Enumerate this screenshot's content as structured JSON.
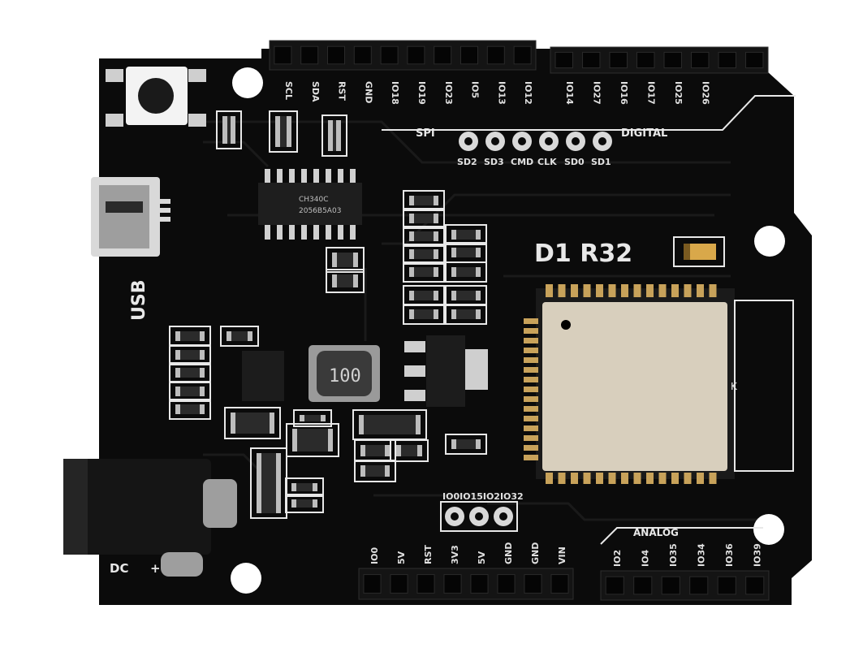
{
  "board": {
    "model_label": "D1  R32",
    "usb_label": "USB",
    "dc_label": "DC",
    "polarity_label": "+",
    "spi_label": "SPI",
    "digital_label": "DIGITAL",
    "analog_label": "ANALOG",
    "ch340_label": "CH340C",
    "ch340_code": "2056B5A03",
    "inductor_label": "100",
    "module_mark": "K",
    "top_left_pins": [
      "SCL",
      "SDA",
      "RST",
      "GND",
      "IO18",
      "IO19",
      "IO23",
      "IO5",
      "IO13",
      "IO12"
    ],
    "top_right_pins": [
      "IO14",
      "IO27",
      "IO16",
      "IO17",
      "IO25",
      "IO26"
    ],
    "spi_pins": [
      "SD2",
      "SD3",
      "CMD",
      "CLK",
      "SD0",
      "SD1"
    ],
    "io_pins": [
      "IO0",
      "IO15",
      "IO2",
      "IO32"
    ],
    "power_pins": [
      "IO0",
      "5V",
      "RST",
      "3V3",
      "5V",
      "GND",
      "GND",
      "VIN"
    ],
    "analog_pins": [
      "IO2",
      "IO4",
      "IO35",
      "IO34",
      "IO36",
      "IO39"
    ],
    "colors": {
      "pcb": "#0b0b0b",
      "silkscreen": "#e8e8e8",
      "header": "#141414",
      "module_shield": "#d8cfbd",
      "gold_pad": "#c8a25a"
    }
  }
}
